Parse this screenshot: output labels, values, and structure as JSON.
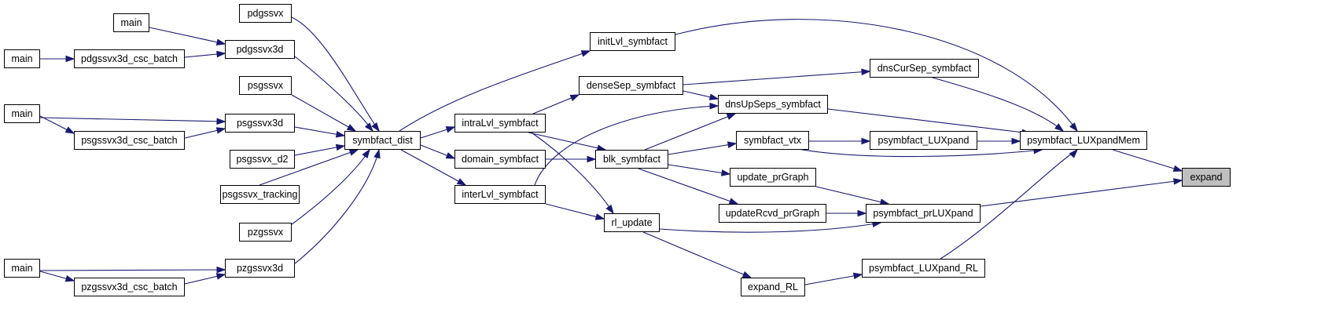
{
  "graph": {
    "root": "expand",
    "edge_color": "#191970",
    "root_fill": "#bfbfbf",
    "nodes": {
      "main1": "main",
      "main2": "main",
      "main3": "main",
      "main4": "main",
      "pdgssvx": "pdgssvx",
      "pdgssvx3d": "pdgssvx3d",
      "pdgssvx3d_csc_batch": "pdgssvx3d_csc_batch",
      "psgssvx": "psgssvx",
      "psgssvx3d": "psgssvx3d",
      "psgssvx3d_csc_batch": "psgssvx3d_csc_batch",
      "psgssvx_d2": "psgssvx_d2",
      "psgssvx_tracking": "psgssvx_tracking",
      "pzgssvx": "pzgssvx",
      "pzgssvx3d": "pzgssvx3d",
      "pzgssvx3d_csc_batch": "pzgssvx3d_csc_batch",
      "symbfact_dist": "symbfact_dist",
      "intraLvl_symbfact": "intraLvl_symbfact",
      "domain_symbfact": "domain_symbfact",
      "interLvl_symbfact": "interLvl_symbfact",
      "initLvl_symbfact": "initLvl_symbfact",
      "denseSep_symbfact": "denseSep_symbfact",
      "blk_symbfact": "blk_symbfact",
      "rl_update": "rl_update",
      "expand_RL": "expand_RL",
      "dnsCurSep_symbfact": "dnsCurSep_symbfact",
      "dnsUpSeps_symbfact": "dnsUpSeps_symbfact",
      "symbfact_vtx": "symbfact_vtx",
      "update_prGraph": "update_prGraph",
      "updateRcvd_prGraph": "updateRcvd_prGraph",
      "psymbfact_LUXpand": "psymbfact_LUXpand",
      "psymbfact_prLUXpand": "psymbfact_prLUXpand",
      "psymbfact_LUXpand_RL": "psymbfact_LUXpand_RL",
      "psymbfact_LUXpandMem": "psymbfact_LUXpandMem",
      "expand": "expand"
    }
  }
}
